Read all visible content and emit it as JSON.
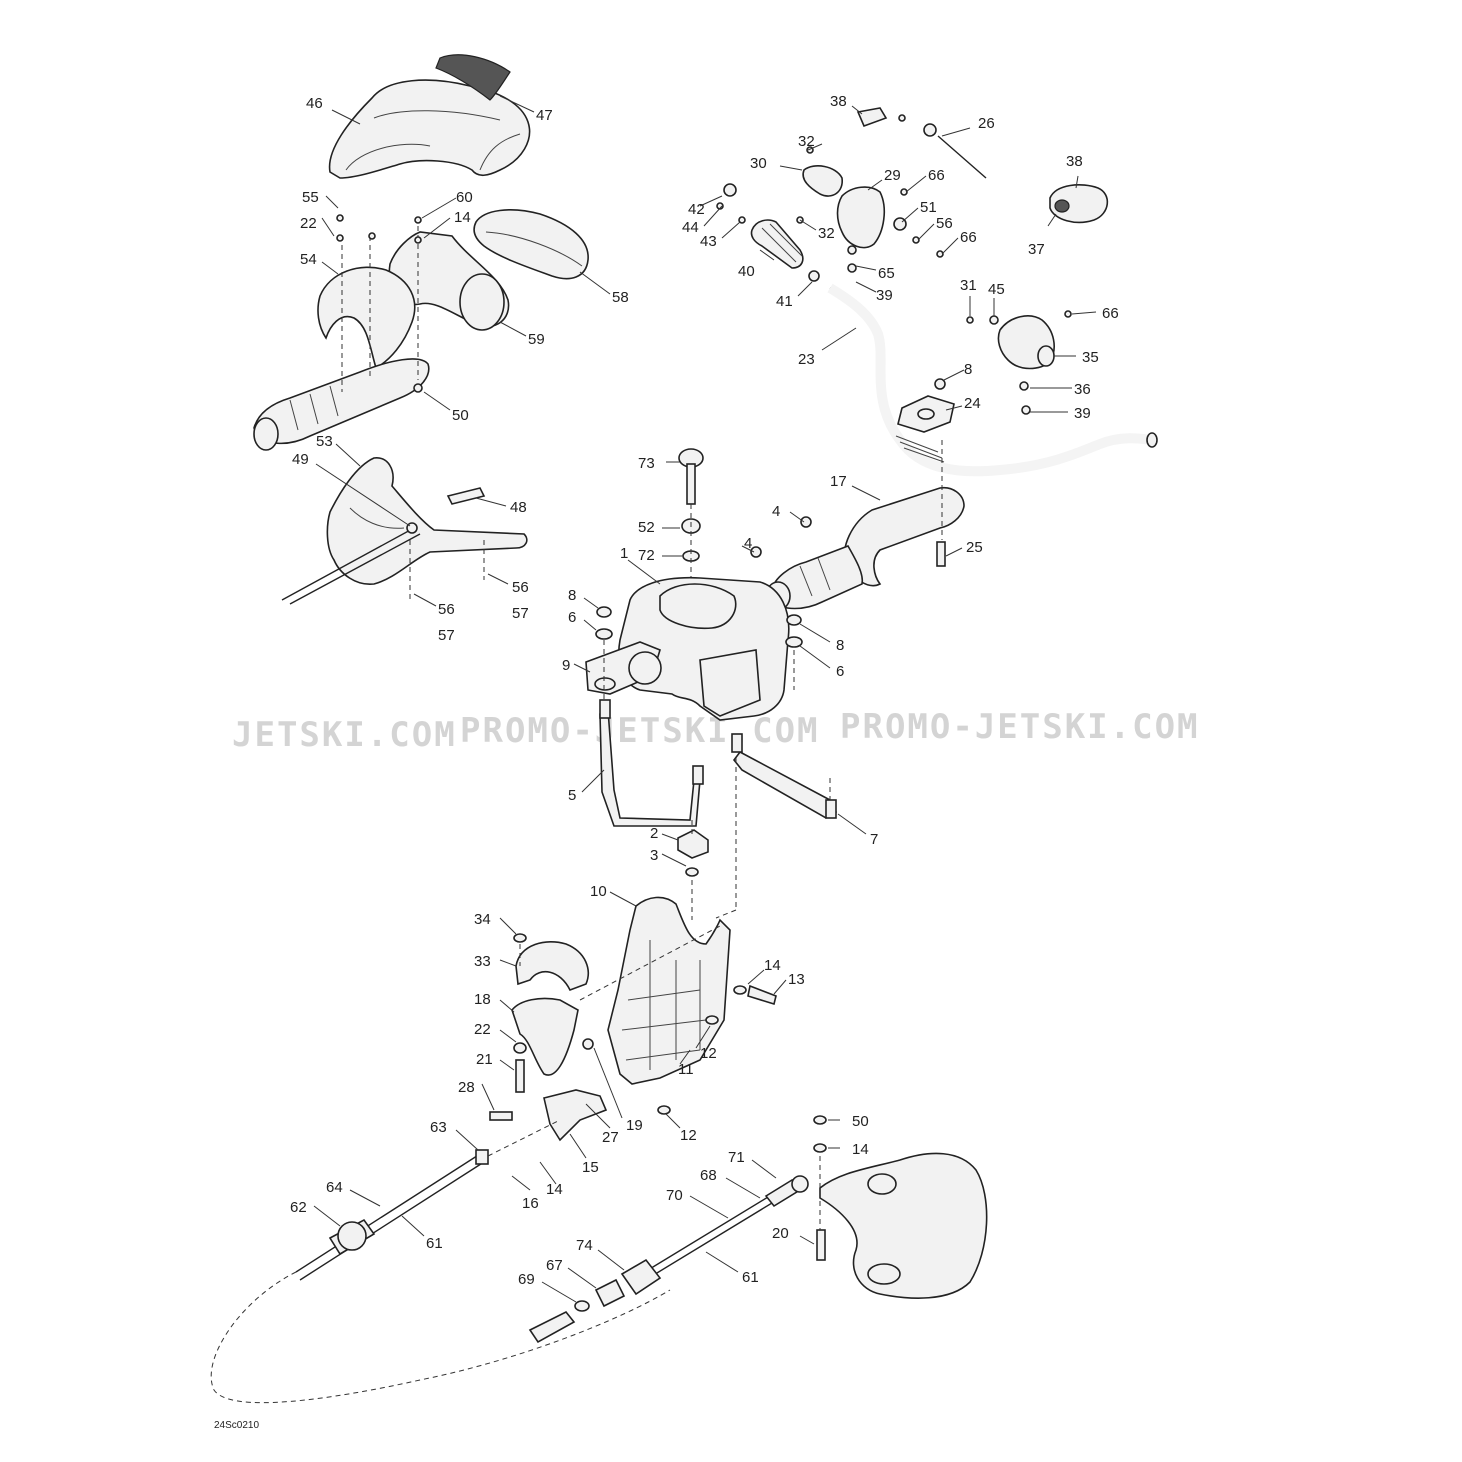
{
  "watermark": {
    "left": "JETSKI.COM",
    "center": "PROMO-JETSKI.COM",
    "right": "PROMO-JETSKI.COM"
  },
  "diagram_code": "24Sc0210",
  "callouts": [
    {
      "id": "c46",
      "label": "46"
    },
    {
      "id": "c47",
      "label": "47"
    },
    {
      "id": "c55",
      "label": "55"
    },
    {
      "id": "c60",
      "label": "60"
    },
    {
      "id": "c22a",
      "label": "22"
    },
    {
      "id": "c14a",
      "label": "14"
    },
    {
      "id": "c54",
      "label": "54"
    },
    {
      "id": "c58",
      "label": "58"
    },
    {
      "id": "c59",
      "label": "59"
    },
    {
      "id": "c50a",
      "label": "50"
    },
    {
      "id": "c53",
      "label": "53"
    },
    {
      "id": "c49",
      "label": "49"
    },
    {
      "id": "c48",
      "label": "48"
    },
    {
      "id": "c56a",
      "label": "56"
    },
    {
      "id": "c57a",
      "label": "57"
    },
    {
      "id": "c56b",
      "label": "56"
    },
    {
      "id": "c57b",
      "label": "57"
    },
    {
      "id": "c38a",
      "label": "38"
    },
    {
      "id": "c26",
      "label": "26"
    },
    {
      "id": "c32a",
      "label": "32"
    },
    {
      "id": "c30",
      "label": "30"
    },
    {
      "id": "c29",
      "label": "29"
    },
    {
      "id": "c66a",
      "label": "66"
    },
    {
      "id": "c38b",
      "label": "38"
    },
    {
      "id": "c42",
      "label": "42"
    },
    {
      "id": "c44",
      "label": "44"
    },
    {
      "id": "c43",
      "label": "43"
    },
    {
      "id": "c32b",
      "label": "32"
    },
    {
      "id": "c51",
      "label": "51"
    },
    {
      "id": "c56c",
      "label": "56"
    },
    {
      "id": "c66b",
      "label": "66"
    },
    {
      "id": "c37",
      "label": "37"
    },
    {
      "id": "c40",
      "label": "40"
    },
    {
      "id": "c65",
      "label": "65"
    },
    {
      "id": "c39a",
      "label": "39"
    },
    {
      "id": "c41",
      "label": "41"
    },
    {
      "id": "c31",
      "label": "31"
    },
    {
      "id": "c45",
      "label": "45"
    },
    {
      "id": "c66c",
      "label": "66"
    },
    {
      "id": "c23",
      "label": "23"
    },
    {
      "id": "c35",
      "label": "35"
    },
    {
      "id": "c8a",
      "label": "8"
    },
    {
      "id": "c36",
      "label": "36"
    },
    {
      "id": "c24",
      "label": "24"
    },
    {
      "id": "c39b",
      "label": "39"
    },
    {
      "id": "c73",
      "label": "73"
    },
    {
      "id": "c17",
      "label": "17"
    },
    {
      "id": "c4a",
      "label": "4"
    },
    {
      "id": "c52",
      "label": "52"
    },
    {
      "id": "c72",
      "label": "72"
    },
    {
      "id": "c4b",
      "label": "4"
    },
    {
      "id": "c25",
      "label": "25"
    },
    {
      "id": "c1",
      "label": "1"
    },
    {
      "id": "c8b",
      "label": "8"
    },
    {
      "id": "c6a",
      "label": "6"
    },
    {
      "id": "c8c",
      "label": "8"
    },
    {
      "id": "c6b",
      "label": "6"
    },
    {
      "id": "c9",
      "label": "9"
    },
    {
      "id": "c5",
      "label": "5"
    },
    {
      "id": "c7",
      "label": "7"
    },
    {
      "id": "c2",
      "label": "2"
    },
    {
      "id": "c3",
      "label": "3"
    },
    {
      "id": "c10",
      "label": "10"
    },
    {
      "id": "c34",
      "label": "34"
    },
    {
      "id": "c33",
      "label": "33"
    },
    {
      "id": "c14b",
      "label": "14"
    },
    {
      "id": "c13",
      "label": "13"
    },
    {
      "id": "c18",
      "label": "18"
    },
    {
      "id": "c22b",
      "label": "22"
    },
    {
      "id": "c12a",
      "label": "12"
    },
    {
      "id": "c11",
      "label": "11"
    },
    {
      "id": "c21",
      "label": "21"
    },
    {
      "id": "c28",
      "label": "28"
    },
    {
      "id": "c19",
      "label": "19"
    },
    {
      "id": "c27",
      "label": "27"
    },
    {
      "id": "c12b",
      "label": "12"
    },
    {
      "id": "c63",
      "label": "63"
    },
    {
      "id": "c15",
      "label": "15"
    },
    {
      "id": "c50b",
      "label": "50"
    },
    {
      "id": "c14c",
      "label": "14"
    },
    {
      "id": "c71",
      "label": "71"
    },
    {
      "id": "c68",
      "label": "68"
    },
    {
      "id": "c64",
      "label": "64"
    },
    {
      "id": "c16",
      "label": "16"
    },
    {
      "id": "c14d",
      "label": "14"
    },
    {
      "id": "c70",
      "label": "70"
    },
    {
      "id": "c62",
      "label": "62"
    },
    {
      "id": "c61a",
      "label": "61"
    },
    {
      "id": "c20",
      "label": "20"
    },
    {
      "id": "c74",
      "label": "74"
    },
    {
      "id": "c67",
      "label": "67"
    },
    {
      "id": "c61b",
      "label": "61"
    },
    {
      "id": "c69",
      "label": "69"
    }
  ]
}
